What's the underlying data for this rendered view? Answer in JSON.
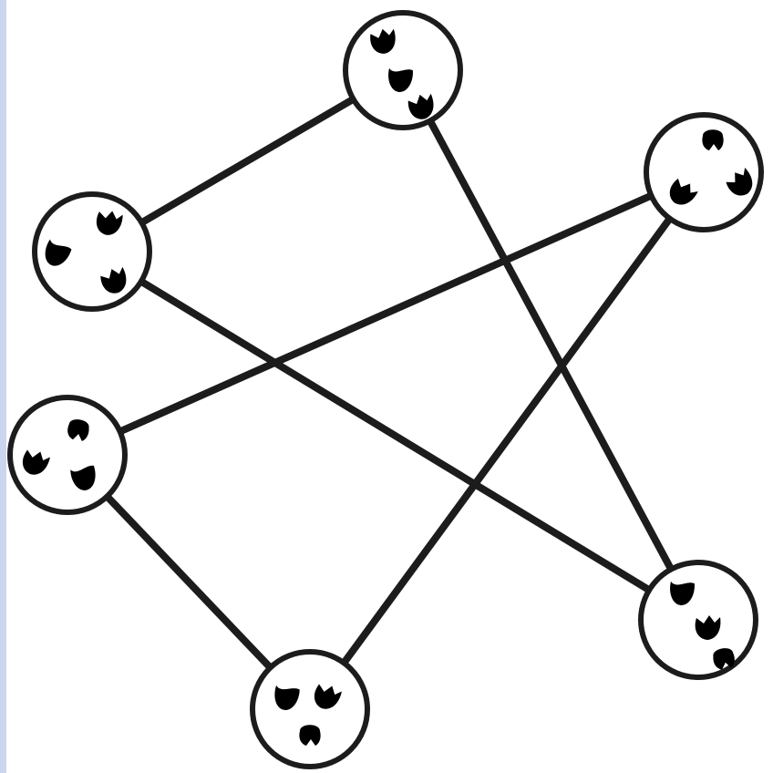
{
  "colors": {
    "ink": "#1c1c1c",
    "paper": "#ffffff",
    "scan_edge": "#c9d6ee"
  },
  "diagram": {
    "nodes": [
      {
        "id": "top",
        "symbols": [
          "glyph-crossed-shell",
          "glyph-smiling-shell",
          "glyph-crossed-shell"
        ]
      },
      {
        "id": "upper-left",
        "symbols": [
          "glyph-crossed-shell",
          "glyph-smiling-shell",
          "glyph-crossed-shell"
        ]
      },
      {
        "id": "upper-right",
        "symbols": [
          "glyph-open-shell",
          "glyph-crossed-shell",
          "glyph-crossed-shell"
        ]
      },
      {
        "id": "middle-left",
        "symbols": [
          "glyph-open-shell",
          "glyph-crossed-shell",
          "glyph-smiling-shell"
        ]
      },
      {
        "id": "lower-right",
        "symbols": [
          "glyph-smiling-shell",
          "glyph-crossed-shell",
          "glyph-open-shell"
        ]
      },
      {
        "id": "bottom",
        "symbols": [
          "glyph-smiling-shell",
          "glyph-crossed-shell",
          "glyph-open-shell"
        ]
      }
    ],
    "edges": [
      [
        "top",
        "upper-left"
      ],
      [
        "top",
        "lower-right"
      ],
      [
        "upper-left",
        "lower-right"
      ],
      [
        "upper-right",
        "middle-left"
      ],
      [
        "upper-right",
        "bottom"
      ],
      [
        "middle-left",
        "bottom"
      ]
    ]
  }
}
